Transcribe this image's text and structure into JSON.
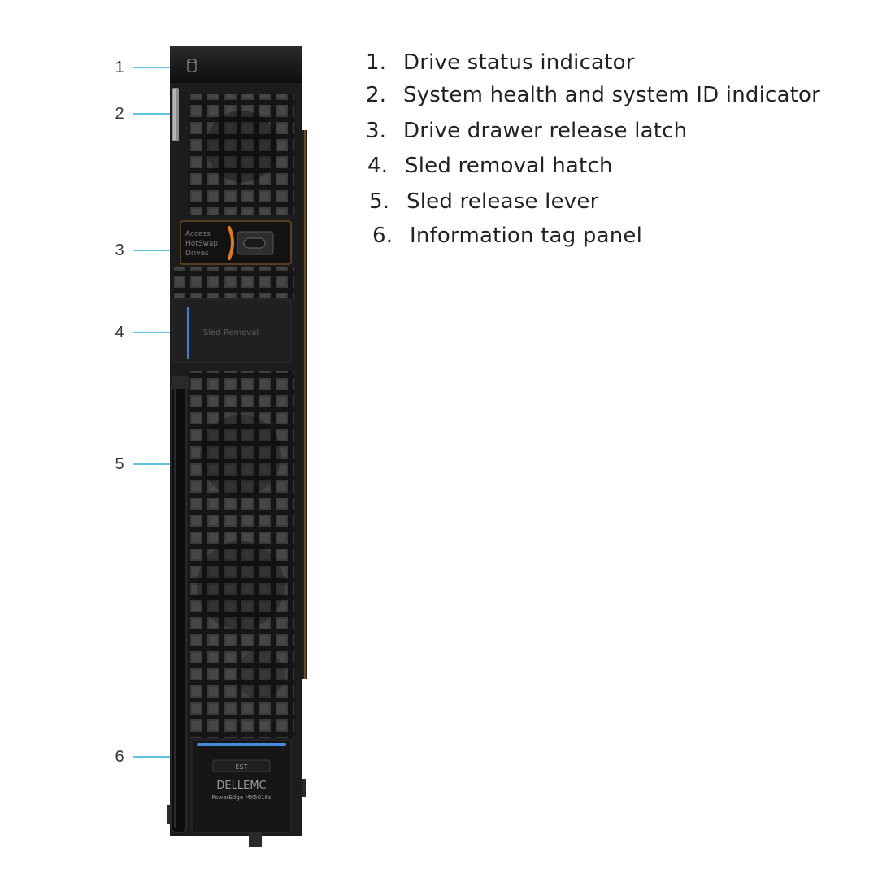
{
  "callouts": [
    {
      "num": "1",
      "label": "Drive status indicator"
    },
    {
      "num": "2",
      "label": "System health and system ID indicator"
    },
    {
      "num": "3",
      "label": "Drive drawer release latch"
    },
    {
      "num": "4",
      "label": "Sled removal hatch"
    },
    {
      "num": "5",
      "label": "Sled release lever"
    },
    {
      "num": "6",
      "label": "Information tag panel"
    }
  ],
  "legend": [
    {
      "num": "1.",
      "text": "Drive status indicator"
    },
    {
      "num": "2.",
      "text": "System health and system ID indicator"
    },
    {
      "num": "3.",
      "text": "Drive drawer release latch"
    },
    {
      "num": "4.",
      "text": "Sled removal hatch"
    },
    {
      "num": "5.",
      "text": "Sled release lever"
    },
    {
      "num": "6.",
      "text": "Information tag panel"
    }
  ],
  "device_labels": {
    "latch_line1": "Access",
    "latch_line2": "HotSwap",
    "latch_line3": "Drives",
    "hatch_label": "Sled Removal",
    "tag_label": "EST",
    "brand": "DELLEMC",
    "model": "PowerEdge MX5016s"
  },
  "colors": {
    "callout_line": "#5fc3dc",
    "chassis": "#1c1c1c",
    "latch_accent": "#e07a1f",
    "hatch_accent": "#3d7fd6",
    "tag_accent": "#4a8be0"
  }
}
